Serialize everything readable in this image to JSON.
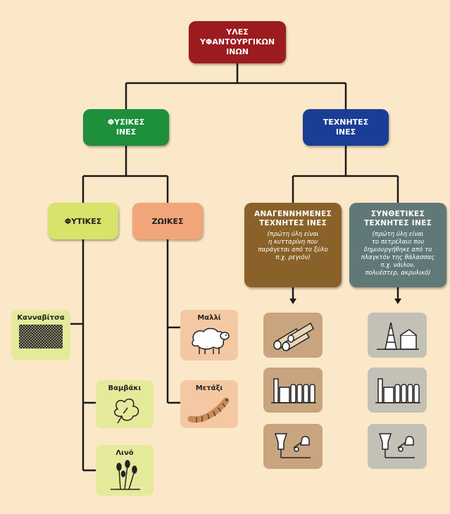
{
  "root": {
    "lines": [
      "ΥΛΕΣ",
      "ΥΦΑΝΤΟΥΡΓΙΚΩΝ",
      "ΙΝΩΝ"
    ]
  },
  "level1": {
    "natural": {
      "lines": [
        "ΦΥΣΙΚΕΣ",
        "ΙΝΕΣ"
      ],
      "color": "#1e8f3a"
    },
    "synthetic": {
      "lines": [
        "ΤΕΧΝΗΤΕΣ",
        "ΙΝΕΣ"
      ],
      "color": "#1a3d96"
    }
  },
  "level2": {
    "plant": {
      "label": "ΦΥΤΙΚΕΣ",
      "color": "#d7e36a"
    },
    "animal": {
      "label": "ΖΩΙΚΕΣ",
      "color": "#f0a679"
    },
    "regenerated": {
      "title_lines": [
        "ΑΝΑΓΕΝΝΗΜΕΝΕΣ",
        "ΤΕΧΝΗΤΕΣ ΙΝΕΣ"
      ],
      "desc_lines": [
        "(πρώτη ύλη είναι",
        "η κυτταρίνη που",
        "παράγεται από το ξύλο",
        "π.χ. ρεγιόν)"
      ],
      "color": "#8a6128"
    },
    "synthetic_fibers": {
      "title_lines": [
        "ΣΥΝΘΕΤΙΚΕΣ",
        "ΤΕΧΝΗΤΕΣ ΙΝΕΣ"
      ],
      "desc_lines": [
        "(πρώτη ύλη είναι",
        "το πετρέλαιο που",
        "δημιουργήθηκε από το",
        "πλαγκτόν της θάλασσας",
        "π.χ. νάιλον,",
        "πολυέστερ, ακρυλικό)"
      ],
      "color": "#617878"
    }
  },
  "items": {
    "hemp": "Κανναβίτσα",
    "cotton": "Βαμβάκι",
    "linen": "Λινό",
    "wool": "Μαλλί",
    "silk": "Μετάξι"
  },
  "icons": {
    "regenerated": [
      "logs-icon",
      "factory-icon",
      "spinneret-icon"
    ],
    "synthetic": [
      "oil-rig-icon",
      "factory-icon",
      "spinneret-icon"
    ]
  }
}
